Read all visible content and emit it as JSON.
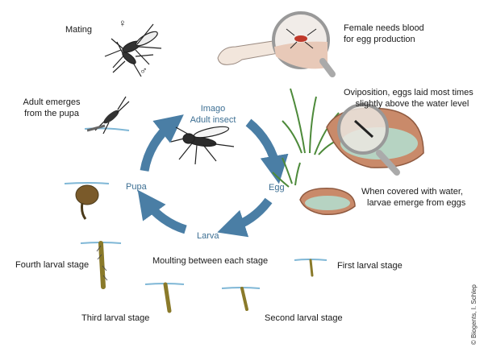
{
  "labels": {
    "mating": "Mating",
    "female_blood_1": "Female needs blood",
    "female_blood_2": "for egg production",
    "adult_emerges_1": "Adult emerges",
    "adult_emerges_2": "from the pupa",
    "imago": "Imago",
    "adult_insect": "Adult insect",
    "oviposition_1": "Oviposition, eggs laid most times",
    "oviposition_2": "slightly above the water level",
    "pupa": "Pupa",
    "egg": "Egg",
    "covered_1": "When covered with water,",
    "covered_2": "larvae emerge from eggs",
    "larva": "Larva",
    "moulting": "Moulting between each stage",
    "fourth": "Fourth larval stage",
    "first": "First larval stage",
    "third": "Third larval stage",
    "second": "Second larval stage"
  },
  "symbols": {
    "female": "♀",
    "male": "♂"
  },
  "credit": "© Biogents, I. Schlep",
  "colors": {
    "cycle_arrow": "#4a7ea5",
    "cycle_text": "#3d6f93",
    "water": "#7fb7d6",
    "dish": "#c98a6a",
    "dish_inner": "#b6d3c2",
    "grass": "#4d8a3a",
    "larva": "#8a7a2a",
    "pupa": "#7a5a2a"
  }
}
